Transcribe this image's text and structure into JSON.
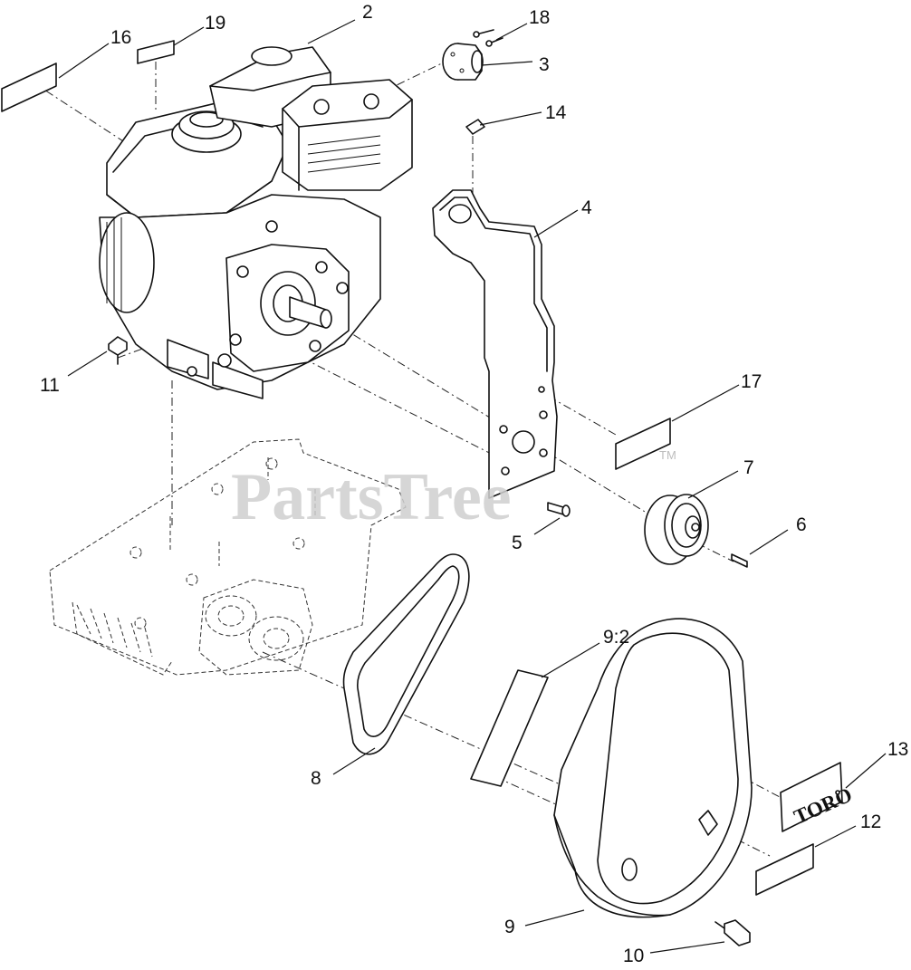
{
  "watermark": {
    "text": "PartsTree",
    "trademark": "TM"
  },
  "callouts": {
    "c2": "2",
    "c3": "3",
    "c4": "4",
    "c5": "5",
    "c6": "6",
    "c7": "7",
    "c8": "8",
    "c9": "9",
    "c9_2": "9:2",
    "c10": "10",
    "c11": "11",
    "c12": "12",
    "c13": "13",
    "c14": "14",
    "c16": "16",
    "c17": "17",
    "c18": "18",
    "c19": "19"
  },
  "logo": {
    "text": "TORO"
  },
  "parts": [
    {
      "name": "engine",
      "icon": "engine-icon"
    },
    {
      "name": "chassis-plate",
      "icon": "chassis-icon"
    },
    {
      "name": "engine-mount-bracket",
      "icon": "bracket-icon"
    },
    {
      "name": "drive-pulley",
      "icon": "pulley-icon"
    },
    {
      "name": "v-belt",
      "icon": "belt-icon"
    },
    {
      "name": "belt-guard",
      "icon": "guard-icon"
    }
  ]
}
